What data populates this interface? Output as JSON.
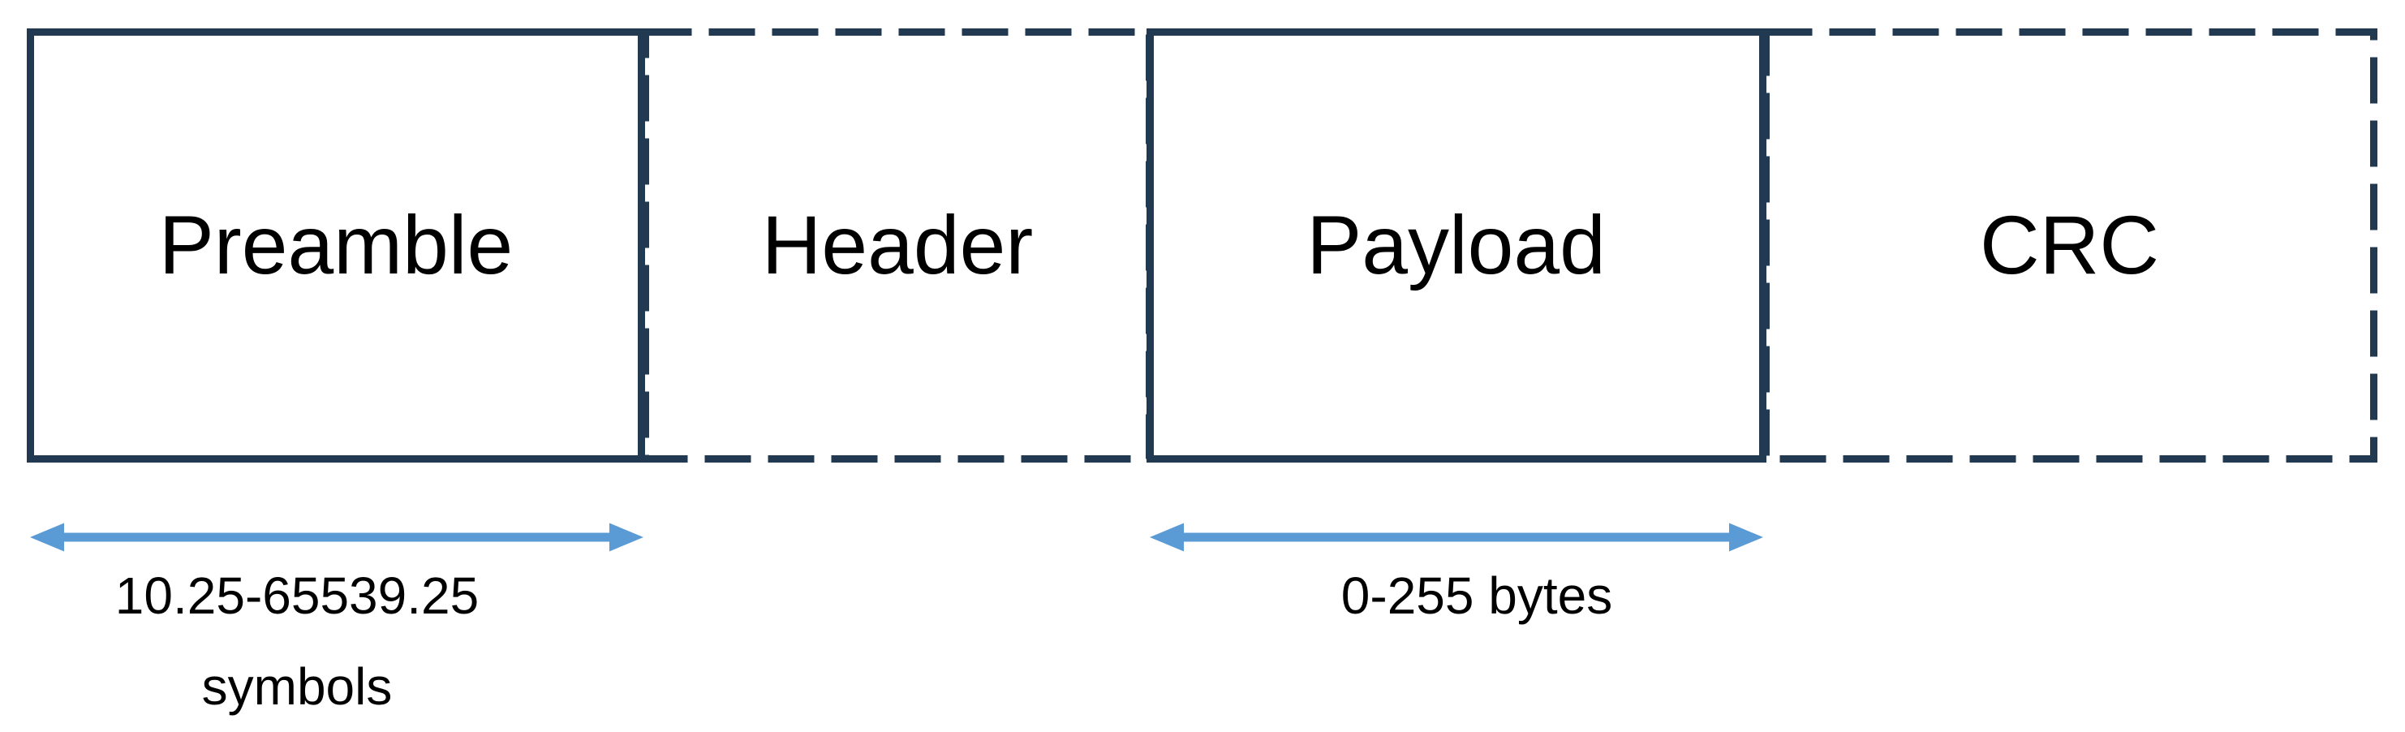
{
  "diagram": {
    "type": "packet-structure",
    "boxes": [
      {
        "id": "preamble",
        "label": "Preamble",
        "border_style": "solid"
      },
      {
        "id": "header",
        "label": "Header",
        "border_style": "dashed"
      },
      {
        "id": "payload",
        "label": "Payload",
        "border_style": "solid"
      },
      {
        "id": "crc",
        "label": "CRC",
        "border_style": "dashed"
      }
    ],
    "annotations": [
      {
        "id": "preamble-size",
        "target": "preamble",
        "lines": [
          "10.25-65539.25",
          "symbols"
        ]
      },
      {
        "id": "payload-size",
        "target": "payload",
        "lines": [
          "0-255 bytes"
        ]
      }
    ],
    "colors": {
      "border": "#213A52",
      "arrow": "#5B9BD5",
      "text": "#000000",
      "background": "#FFFFFF"
    }
  }
}
